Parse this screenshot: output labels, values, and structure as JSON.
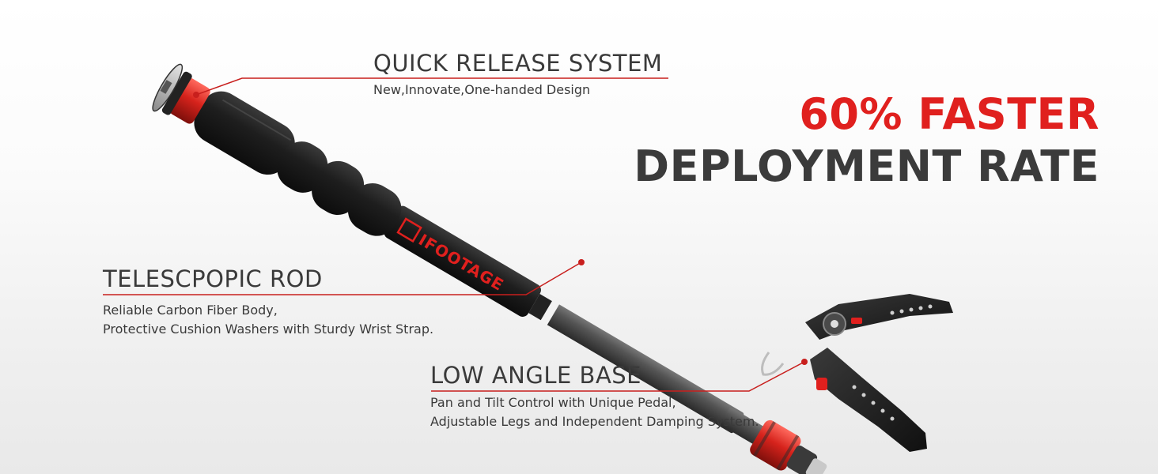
{
  "headline": {
    "line1": "60% FASTER",
    "line2": "DEPLOYMENT RATE"
  },
  "callouts": {
    "quick_release": {
      "title": "QUICK RELEASE SYSTEM",
      "desc": [
        "New,Innovate,One-handed Design"
      ]
    },
    "rod": {
      "title": "TELESCPOPIC ROD",
      "desc": [
        "Reliable Carbon Fiber Body,",
        "Protective Cushion Washers with Sturdy Wrist Strap."
      ]
    },
    "base": {
      "title": "LOW ANGLE BASE",
      "desc": [
        "Pan and Tilt Control with Unique Pedal,",
        "Adjustable Legs and Independent Damping System."
      ]
    }
  },
  "product": {
    "brand_label": "IFOOTAGE"
  },
  "colors": {
    "accent_red": "#e0201e",
    "text_dark": "#3b3b3b",
    "foam_black": "#1a1a1a",
    "carbon_gray": "#4a4a4a"
  }
}
